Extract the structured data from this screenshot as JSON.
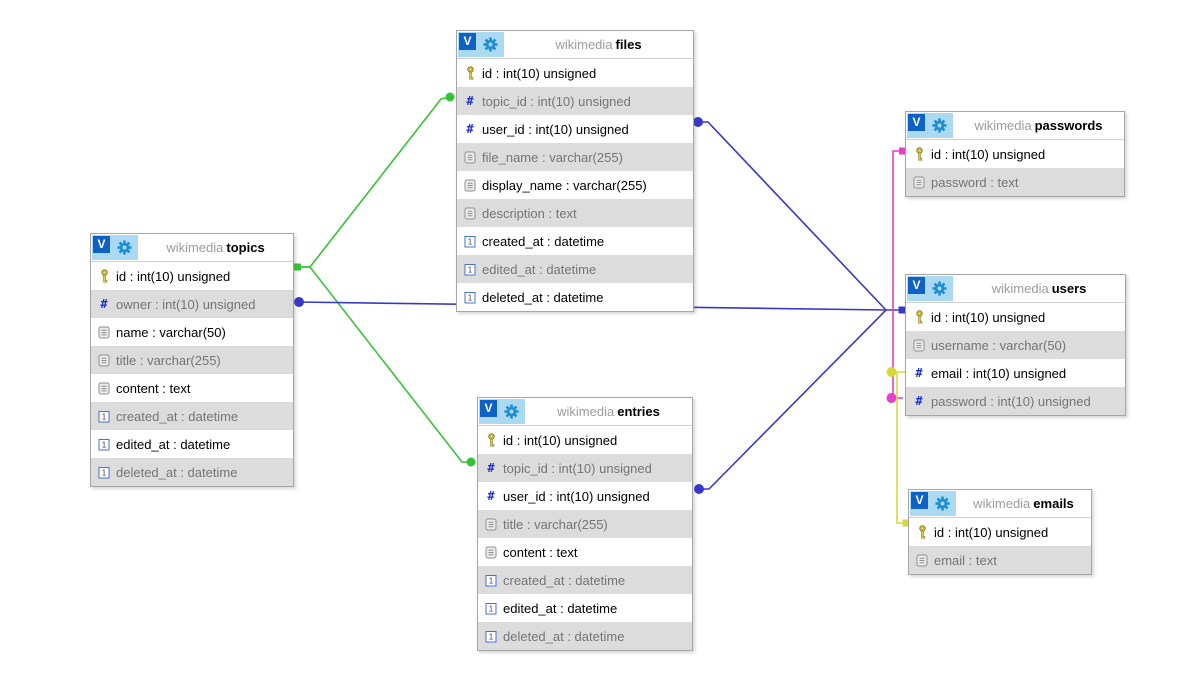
{
  "diagram": {
    "schema": "wikimedia",
    "view_icon_letter": "V",
    "colors": {
      "relation_green": "#35c435",
      "relation_blue": "#3838c8",
      "relation_pink": "#e83ccc",
      "relation_yellow": "#d8d83a"
    },
    "tables": [
      {
        "schema": "wikimedia",
        "name": "topics",
        "fields": [
          {
            "label": "id : int(10) unsigned",
            "type": "primary-key"
          },
          {
            "label": "owner : int(10) unsigned",
            "type": "foreign-key"
          },
          {
            "label": "name : varchar(50)",
            "type": "text"
          },
          {
            "label": "title : varchar(255)",
            "type": "text"
          },
          {
            "label": "content : text",
            "type": "text"
          },
          {
            "label": "created_at : datetime",
            "type": "datetime"
          },
          {
            "label": "edited_at : datetime",
            "type": "datetime"
          },
          {
            "label": "deleted_at : datetime",
            "type": "datetime"
          }
        ]
      },
      {
        "schema": "wikimedia",
        "name": "files",
        "fields": [
          {
            "label": "id : int(10) unsigned",
            "type": "primary-key"
          },
          {
            "label": "topic_id : int(10) unsigned",
            "type": "foreign-key"
          },
          {
            "label": "user_id : int(10) unsigned",
            "type": "foreign-key"
          },
          {
            "label": "file_name : varchar(255)",
            "type": "text"
          },
          {
            "label": "display_name : varchar(255)",
            "type": "text"
          },
          {
            "label": "description : text",
            "type": "text"
          },
          {
            "label": "created_at : datetime",
            "type": "datetime"
          },
          {
            "label": "edited_at : datetime",
            "type": "datetime"
          },
          {
            "label": "deleted_at : datetime",
            "type": "datetime"
          }
        ]
      },
      {
        "schema": "wikimedia",
        "name": "entries",
        "fields": [
          {
            "label": "id : int(10) unsigned",
            "type": "primary-key"
          },
          {
            "label": "topic_id : int(10) unsigned",
            "type": "foreign-key"
          },
          {
            "label": "user_id : int(10) unsigned",
            "type": "foreign-key"
          },
          {
            "label": "title : varchar(255)",
            "type": "text"
          },
          {
            "label": "content : text",
            "type": "text"
          },
          {
            "label": "created_at : datetime",
            "type": "datetime"
          },
          {
            "label": "edited_at : datetime",
            "type": "datetime"
          },
          {
            "label": "deleted_at : datetime",
            "type": "datetime"
          }
        ]
      },
      {
        "schema": "wikimedia",
        "name": "passwords",
        "fields": [
          {
            "label": "id : int(10) unsigned",
            "type": "primary-key"
          },
          {
            "label": "password : text",
            "type": "text"
          }
        ]
      },
      {
        "schema": "wikimedia",
        "name": "users",
        "fields": [
          {
            "label": "id : int(10) unsigned",
            "type": "primary-key"
          },
          {
            "label": "username : varchar(50)",
            "type": "text"
          },
          {
            "label": "email : int(10) unsigned",
            "type": "foreign-key"
          },
          {
            "label": "password : int(10) unsigned",
            "type": "foreign-key"
          }
        ]
      },
      {
        "schema": "wikimedia",
        "name": "emails",
        "fields": [
          {
            "label": "id : int(10) unsigned",
            "type": "primary-key"
          },
          {
            "label": "email : text",
            "type": "text"
          }
        ]
      }
    ],
    "relations": [
      {
        "from": "topics.id",
        "to": "files.topic_id",
        "color": "#35c435"
      },
      {
        "from": "topics.id",
        "to": "entries.topic_id",
        "color": "#35c435"
      },
      {
        "from": "topics.owner",
        "to": "users.id",
        "color": "#3838c8"
      },
      {
        "from": "files.user_id",
        "to": "users.id",
        "color": "#3838c8"
      },
      {
        "from": "entries.user_id",
        "to": "users.id",
        "color": "#3838c8"
      },
      {
        "from": "users.password",
        "to": "passwords.id",
        "color": "#e83ccc"
      },
      {
        "from": "users.email",
        "to": "emails.id",
        "color": "#d8d83a"
      }
    ]
  }
}
